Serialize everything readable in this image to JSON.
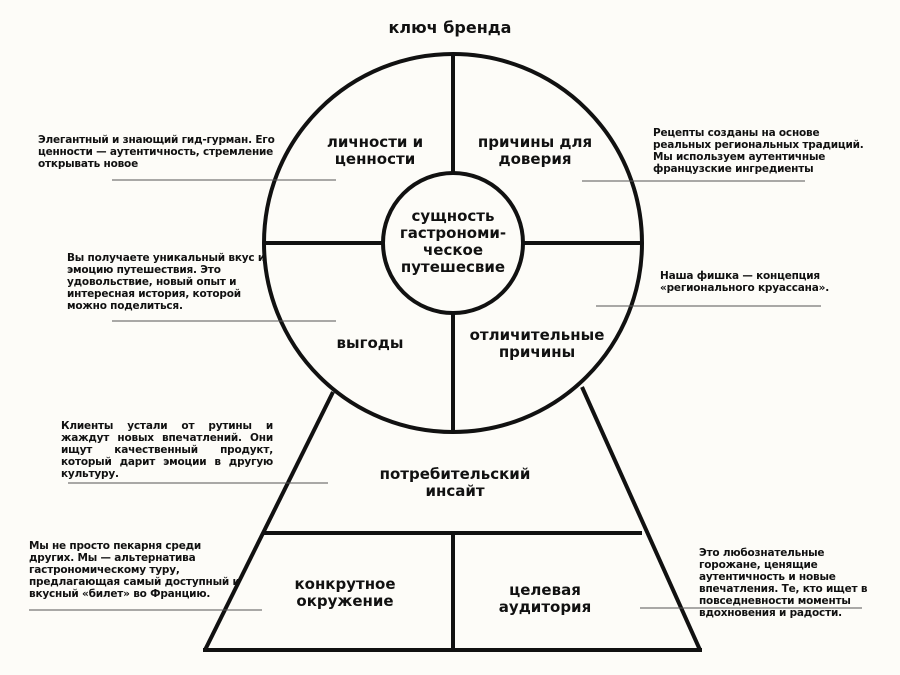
{
  "title": "ключ бренда",
  "segments": {
    "personality": "личности и ценности",
    "trust": "причины для доверия",
    "benefits": "выгоды",
    "distinctive": "отличительные причины",
    "essence": "сущность гастрономи-ческое путешесвие",
    "insight": "потребительский инсайт",
    "competition": "конкрутное окружение",
    "audience": "целевая аудитория"
  },
  "notes": {
    "personality": "Элегантный и знающий гид-гурман. Его ценности — аутентичность, стремление открывать новое",
    "trust": "Рецепты созданы на основе реальных региональных традиций. Мы используем аутентичные французские ингредиенты",
    "benefits": "Вы получаете уникальный вкус и эмоцию путешествия. Это удовольствие, новый опыт и интересная история, которой можно поделиться.",
    "distinctive": "Наша фишка — концепция «регионального круассана».",
    "insight": "Клиенты устали от рутины и жаждут новых впечатлений. Они ищут качественный продукт, который дарит эмоции в другую культуру.",
    "competition": "Мы не просто пекарня среди других. Мы — альтернатива гастрономическому туру, предлагающая самый доступный и вкусный «билет» во Францию.",
    "audience": "Это любознательные горожане, ценящие аутентичность и новые впечатления. Те, кто ищет в повседневности моменты вдохновения и радости."
  }
}
